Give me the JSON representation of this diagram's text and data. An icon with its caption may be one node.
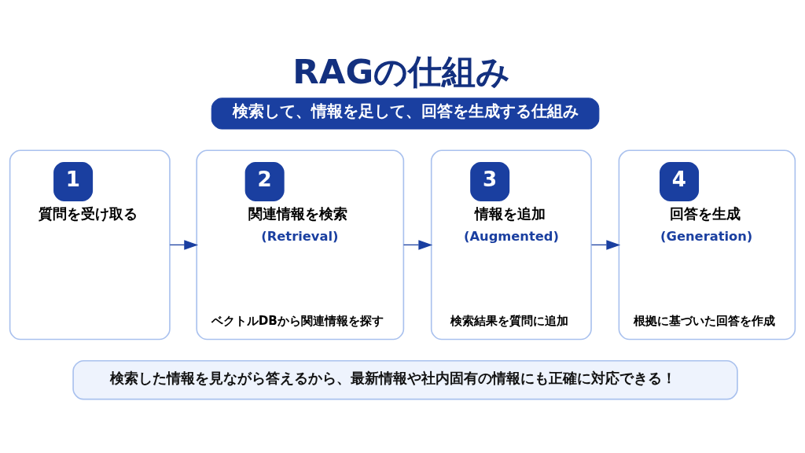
{
  "diagram": {
    "title": "RAGの仕組み",
    "nodes": [
      {
        "text": [
          "検索して、情報を足して、回答を生成する仕組み"
        ]
      },
      {
        "text": [
          "1",
          "質問を受け取る"
        ]
      },
      {
        "text": [
          "2",
          "関連情報を検索",
          "(Retrieval)",
          "ベクトルDBから関連情報を探す"
        ]
      },
      {
        "text": [
          "3",
          "情報を追加",
          "(Augmented)",
          "検索結果を質問に追加"
        ]
      },
      {
        "text": [
          "4",
          "回答を生成",
          "(Generation)",
          "根拠に基づいた回答を作成"
        ]
      },
      {
        "text": [
          "検索した情報を見ながら答えるから、最新情報や社内固有の情報にも正確に対応できる！"
        ]
      }
    ],
    "edges": [
      {
        "from": 1,
        "to": 2,
        "arrow": "to"
      },
      {
        "from": 2,
        "to": 3,
        "arrow": "to"
      },
      {
        "from": 3,
        "to": 4,
        "arrow": "to"
      }
    ]
  }
}
